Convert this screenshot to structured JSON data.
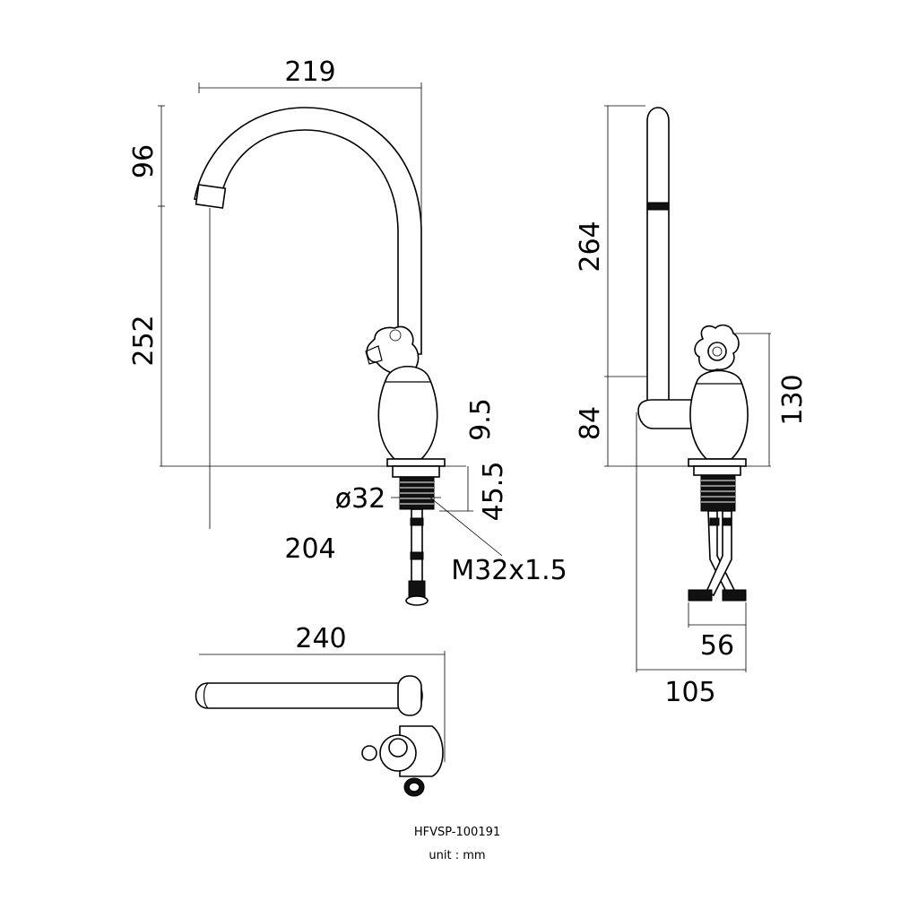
{
  "dimensions": {
    "front_width": "219",
    "spout_drop": "96",
    "outlet_height": "252",
    "reach": "204",
    "base_height": "9.5",
    "shank_length": "45.5",
    "shank_diameter": "ø32",
    "thread": "M32x1.5",
    "side_height_upper": "264",
    "side_height_lower": "84",
    "handle_height": "130",
    "hose_spacing": "56",
    "side_depth": "105",
    "top_length": "240"
  },
  "caption": {
    "model": "HFVSP-100191",
    "unit": "unit : mm"
  }
}
